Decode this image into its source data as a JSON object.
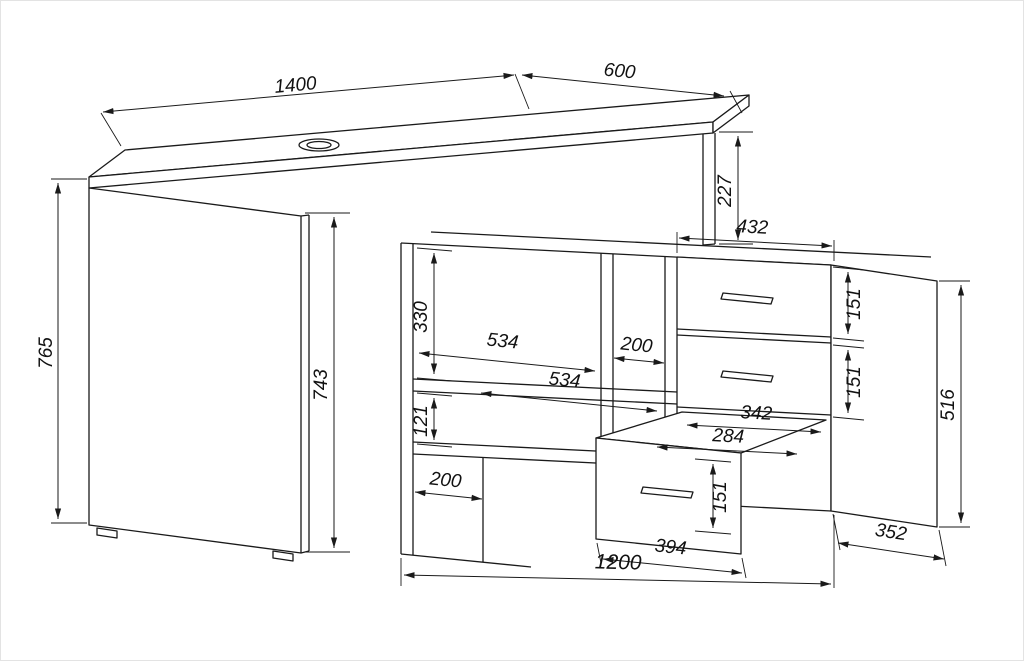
{
  "diagram": {
    "subject": "L-shaped desk with open shelf unit and drawer cabinet",
    "type": "dimensioned technical drawing",
    "unit": "mm",
    "colors": {
      "line": "#1a1a1a",
      "background": "#ffffff"
    },
    "dimensions": {
      "desktop_length": "1400",
      "desktop_depth": "600",
      "desktop_riser_height": "227",
      "overall_height": "765",
      "underdesk_clearance": "743",
      "top_shelf_height": "330",
      "upper_shelf_width": "534",
      "lower_shelf_width": "534",
      "upper_nook_width": "200",
      "middle_shelf_height": "121",
      "bottom_cubby_width": "200",
      "cabinet_width": "432",
      "drawer1_height": "151",
      "drawer2_height": "151",
      "drawer_inner_width": "342",
      "drawer_inner_depth": "284",
      "bottom_drawer_height": "151",
      "bottom_drawer_width": "394",
      "cabinet_height": "516",
      "cabinet_depth": "352",
      "base_unit_length": "1200"
    }
  }
}
